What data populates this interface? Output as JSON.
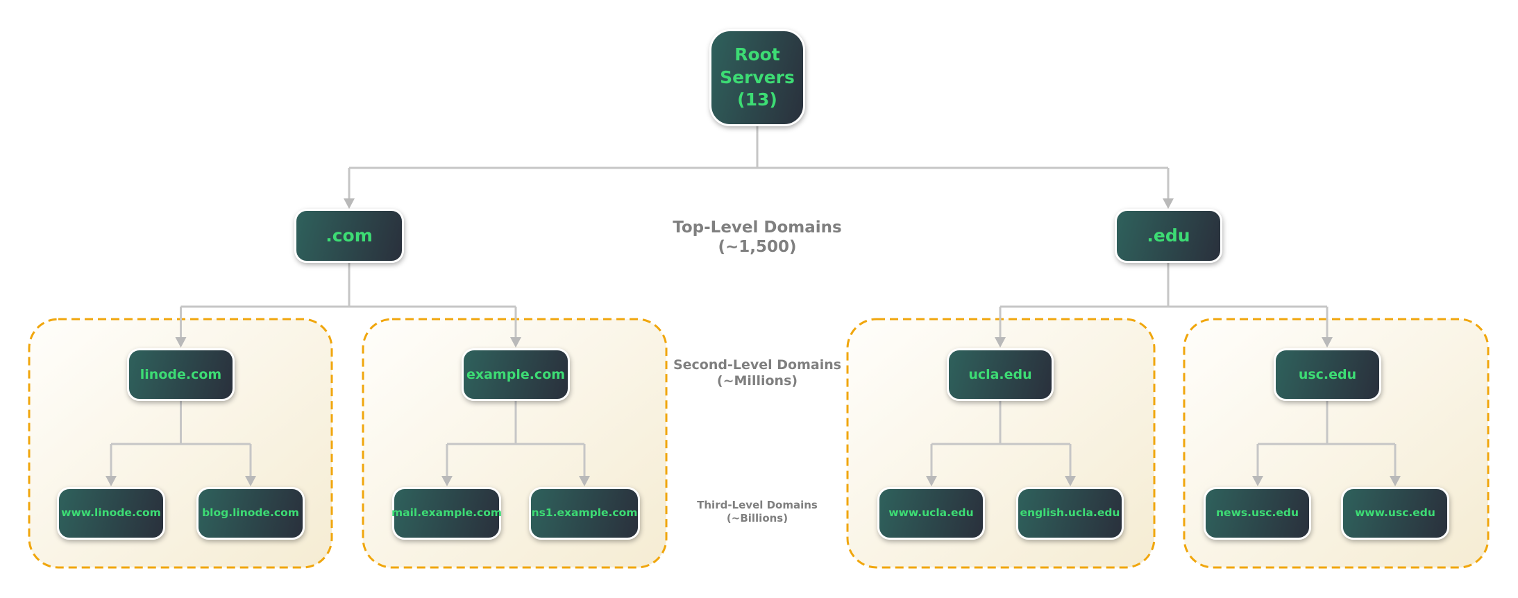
{
  "diagram": {
    "name": "DNS domain hierarchy"
  },
  "colors": {
    "background": "#ffffff",
    "node_gradient_start": "#2f615c",
    "node_gradient_end": "#2a303c",
    "node_text": "#3ddc74",
    "node_border": "#ffffff",
    "connector": "#c6c6c6",
    "arrowhead": "#b9b9b9",
    "label_text": "#7f7f7f",
    "group_border": "#f0a60d",
    "group_bg_start": "#fffefb",
    "group_bg_end": "#f5ecd3"
  },
  "nodes": {
    "root": {
      "text": "Root\nServers\n(13)"
    },
    "com": {
      "text": ".com"
    },
    "edu": {
      "text": ".edu"
    },
    "linode": {
      "text": "linode.com"
    },
    "example": {
      "text": "example.com"
    },
    "ucla": {
      "text": "ucla.edu"
    },
    "usc": {
      "text": "usc.edu"
    },
    "www_linode": {
      "text": "www.linode.com"
    },
    "blog_linode": {
      "text": "blog.linode.com"
    },
    "mail_example": {
      "text": "mail.example.com"
    },
    "ns1_example": {
      "text": "ns1.example.com"
    },
    "www_ucla": {
      "text": "www.ucla.edu"
    },
    "english_ucla": {
      "text": "english.ucla.edu"
    },
    "news_usc": {
      "text": "news.usc.edu"
    },
    "www_usc": {
      "text": "www.usc.edu"
    }
  },
  "labels": {
    "top_level": {
      "title": "Top-Level Domains",
      "count": "(~1,500)"
    },
    "second_level": {
      "title": "Second-Level Domains",
      "count": "(~Millions)"
    },
    "third_level": {
      "title": "Third-Level Domains",
      "count": "(~Billions)"
    }
  }
}
